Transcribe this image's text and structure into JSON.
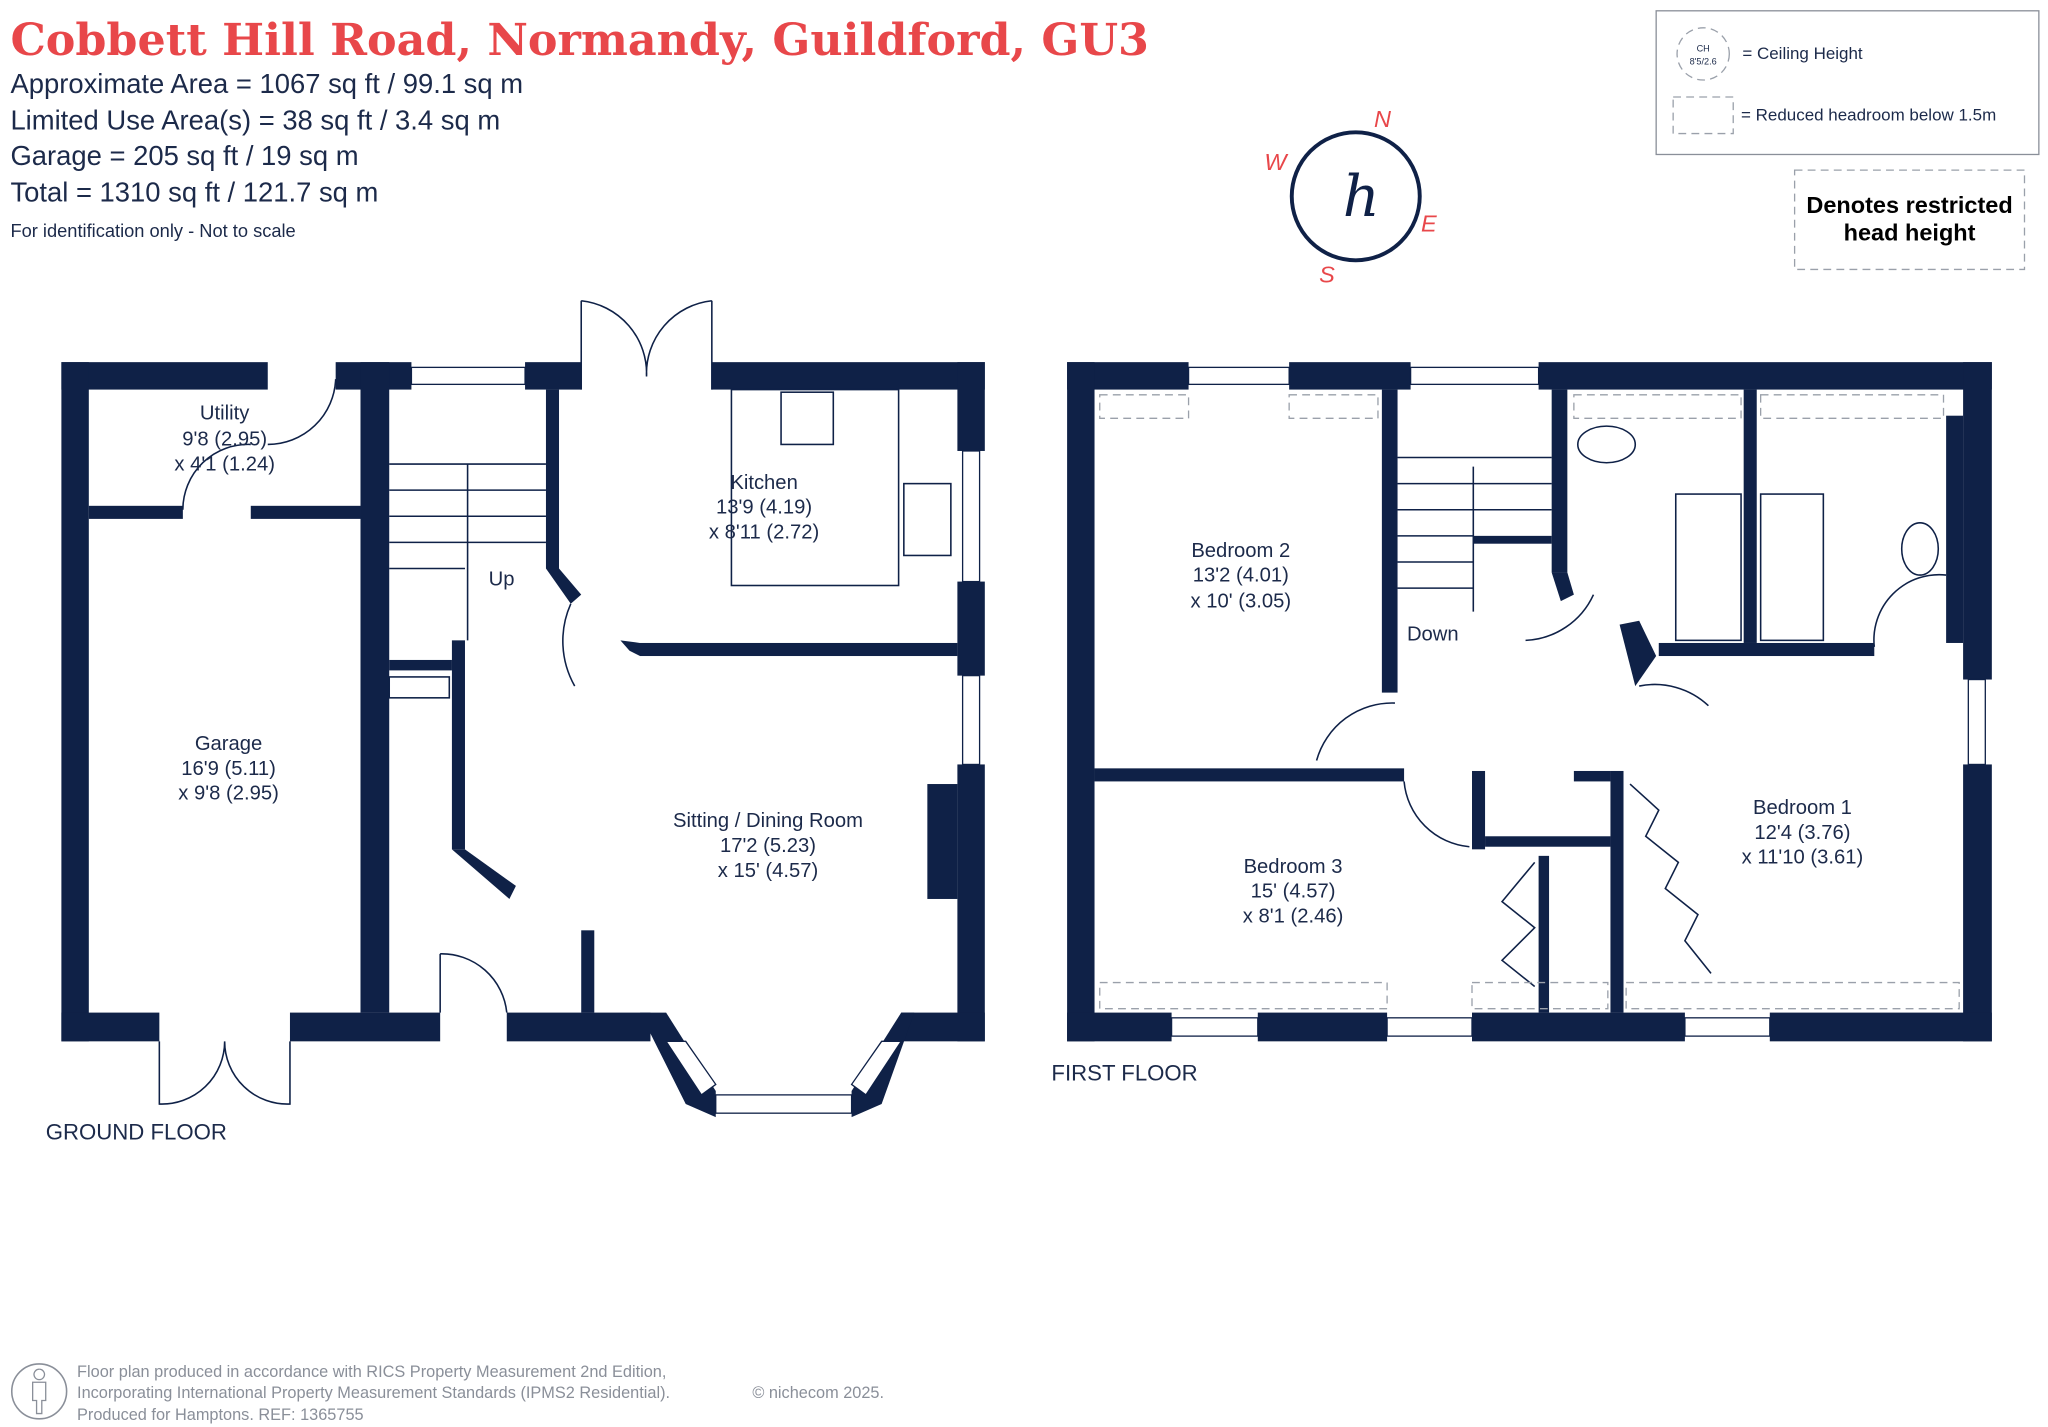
{
  "header": {
    "title": "Cobbett Hill Road, Normandy, Guildford, GU3",
    "areas": [
      "Approximate Area = 1067  sq ft / 99.1  sq m",
      "Limited Use Area(s) = 38  sq ft / 3.4  sq m",
      "Garage = 205 sq ft / 19  sq m",
      "Total = 1310 sq ft / 121.7 sq m"
    ],
    "note": "For identification only - Not to scale"
  },
  "legend": {
    "ceiling_symbol_top": "CH",
    "ceiling_symbol_bottom": "8'5/2.6",
    "ceiling_label": "= Ceiling Height",
    "headroom_label": "= Reduced headroom below 1.5m",
    "restricted_line1": "Denotes restricted",
    "restricted_line2": "head height"
  },
  "compass": {
    "n": "N",
    "e": "E",
    "s": "S",
    "w": "W",
    "logo": "h"
  },
  "ground_floor": {
    "label": "GROUND FLOOR",
    "rooms": [
      {
        "name": "Utility",
        "dim1": "9'8 (2.95)",
        "dim2": "x 4'1 (1.24)"
      },
      {
        "name": "Kitchen",
        "dim1": "13'9 (4.19)",
        "dim2": "x 8'11 (2.72)"
      },
      {
        "name": "Garage",
        "dim1": "16'9 (5.11)",
        "dim2": "x 9'8 (2.95)"
      },
      {
        "name": "Sitting / Dining Room",
        "dim1": "17'2 (5.23)",
        "dim2": "x 15' (4.57)"
      }
    ],
    "stairs": "Up"
  },
  "first_floor": {
    "label": "FIRST FLOOR",
    "rooms": [
      {
        "name": "Bedroom 2",
        "dim1": "13'2 (4.01)",
        "dim2": "x 10' (3.05)"
      },
      {
        "name": "Bedroom 3",
        "dim1": "15' (4.57)",
        "dim2": "x 8'1 (2.46)"
      },
      {
        "name": "Bedroom 1",
        "dim1": "12'4 (3.76)",
        "dim2": "x 11'10 (3.61)"
      }
    ],
    "stairs": "Down"
  },
  "footer": {
    "line1": "Floor plan produced in accordance with RICS Property Measurement 2nd Edition,",
    "line2": "Incorporating International Property Measurement Standards (IPMS2 Residential).",
    "copyright": "© nichecom 2025.",
    "line3": "Produced for Hamptons.   REF:    1365755"
  },
  "colors": {
    "accent": "#e8474a",
    "wall": "#0f2147",
    "text": "#1c2a4a"
  }
}
